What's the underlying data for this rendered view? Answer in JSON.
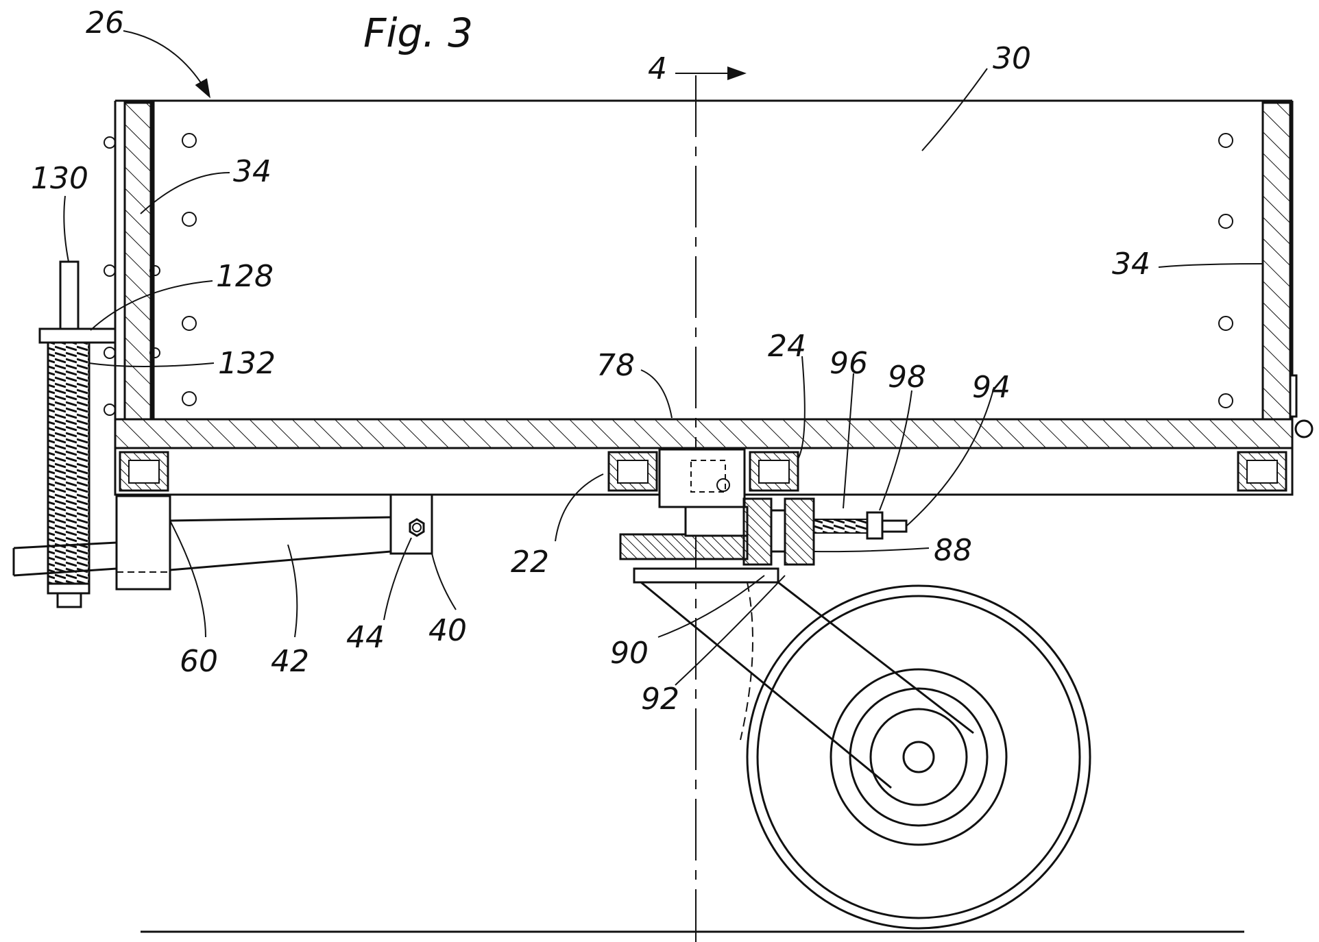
{
  "figure": {
    "title": "Fig. 3"
  },
  "labels": {
    "l26": "26",
    "l30": "30",
    "l4": "4",
    "l34a": "34",
    "l34b": "34",
    "l130": "130",
    "l128": "128",
    "l132": "132",
    "l78": "78",
    "l24": "24",
    "l96": "96",
    "l98": "98",
    "l94": "94",
    "l22": "22",
    "l88": "88",
    "l60": "60",
    "l42": "42",
    "l44": "44",
    "l40": "40",
    "l90": "90",
    "l92": "92"
  }
}
